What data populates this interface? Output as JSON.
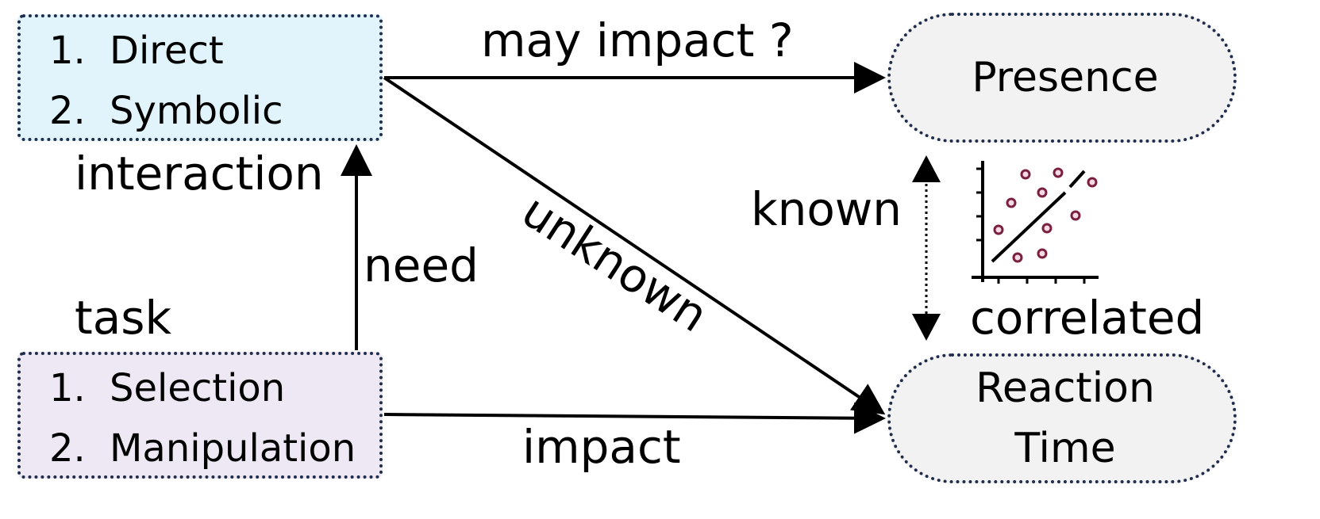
{
  "interaction_box": {
    "items": [
      {
        "num": "1.",
        "text": "Direct"
      },
      {
        "num": "2.",
        "text": "Symbolic"
      }
    ],
    "fill": "#e2f4fb",
    "caption": "interaction"
  },
  "task_box": {
    "items": [
      {
        "num": "1.",
        "text": "Selection"
      },
      {
        "num": "2.",
        "text": "Manipulation"
      }
    ],
    "fill": "#ede8f3",
    "caption": "task"
  },
  "presence_node": {
    "label": "Presence"
  },
  "reaction_node": {
    "line1": "Reaction",
    "line2": "Time"
  },
  "edges": {
    "interaction_to_presence": "may impact ?",
    "interaction_to_reaction": "unknown",
    "task_to_interaction": "need",
    "task_to_reaction": "impact",
    "presence_reaction": "known",
    "correlation": "correlated"
  },
  "icons": {
    "scatter": "scatter-plot-correlation-icon"
  },
  "colors": {
    "border": "#1f2d4a",
    "node_fill": "#f2f2f2",
    "scatter_point_fill": "#f6d9e6",
    "scatter_point_stroke": "#7a1f3d"
  }
}
